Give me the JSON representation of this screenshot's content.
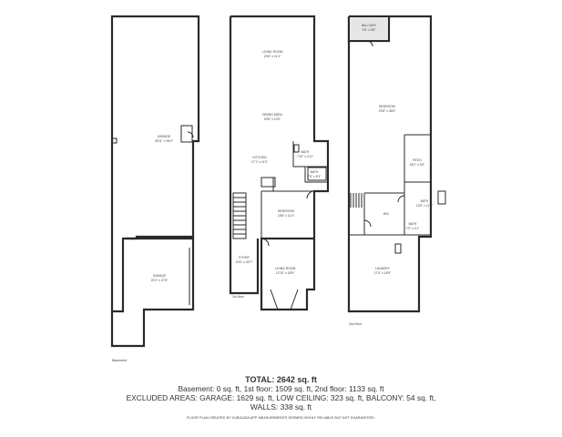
{
  "floors": {
    "basement": {
      "label": "Basement",
      "rooms": [
        {
          "name": "GARAGE",
          "dims": "25'11\" x 54'0\""
        },
        {
          "name": "GARAGE",
          "dims": "20'1\" x 27'8\""
        }
      ]
    },
    "first": {
      "label": "1st floor",
      "rooms": [
        {
          "name": "LIVING ROOM",
          "dims": "20'8\" x 14'1\""
        },
        {
          "name": "DINING AREA",
          "dims": "20'8\" x 13'0\""
        },
        {
          "name": "KITCHEN",
          "dims": "17'1\" x 11'0\""
        },
        {
          "name": "BATH",
          "dims": "7'10\" x 4'11\""
        },
        {
          "name": "BATH",
          "dims": "7'5\" x 5'3\""
        },
        {
          "name": "BEDROOM",
          "dims": "15'8\" x 11'4\""
        },
        {
          "name": "FOYER",
          "dims": "6'10\" x 33'7\""
        },
        {
          "name": "LIVING ROOM",
          "dims": "12'10\" x 18'9\""
        }
      ]
    },
    "second": {
      "label": "2nd floor",
      "rooms": [
        {
          "name": "BALCONY",
          "dims": "9'0\" x 5'8\""
        },
        {
          "name": "BEDROOM",
          "dims": "20'8\" x 48'5\""
        },
        {
          "name": "PATIO",
          "dims": "18'2\" x 5'5\""
        },
        {
          "name": "BATH",
          "dims": "13'0\" x 11'7\""
        },
        {
          "name": "BATH",
          "dims": "7'9\" x 4'1\""
        },
        {
          "name": "W/C",
          "dims": ""
        },
        {
          "name": "LAUNDRY",
          "dims": "17'0\" x 18'9\""
        }
      ]
    }
  },
  "summary": {
    "total": "TOTAL: 2642 sq. ft",
    "areas": "Basement: 0 sq. ft, 1st floor: 1509 sq. ft, 2nd floor: 1133 sq. ft",
    "excluded": "EXCLUDED AREAS: GARAGE: 1629 sq. ft, LOW CEILING: 323 sq. ft, BALCONY: 54 sq. ft,",
    "walls": "WALLS: 338 sq. ft",
    "credit": "FLOOR PLAN CREATED BY CUBICASA APP. MEASUREMENTS DEEMED HIGHLY RELIABLE BUT NOT GUARANTEED."
  }
}
